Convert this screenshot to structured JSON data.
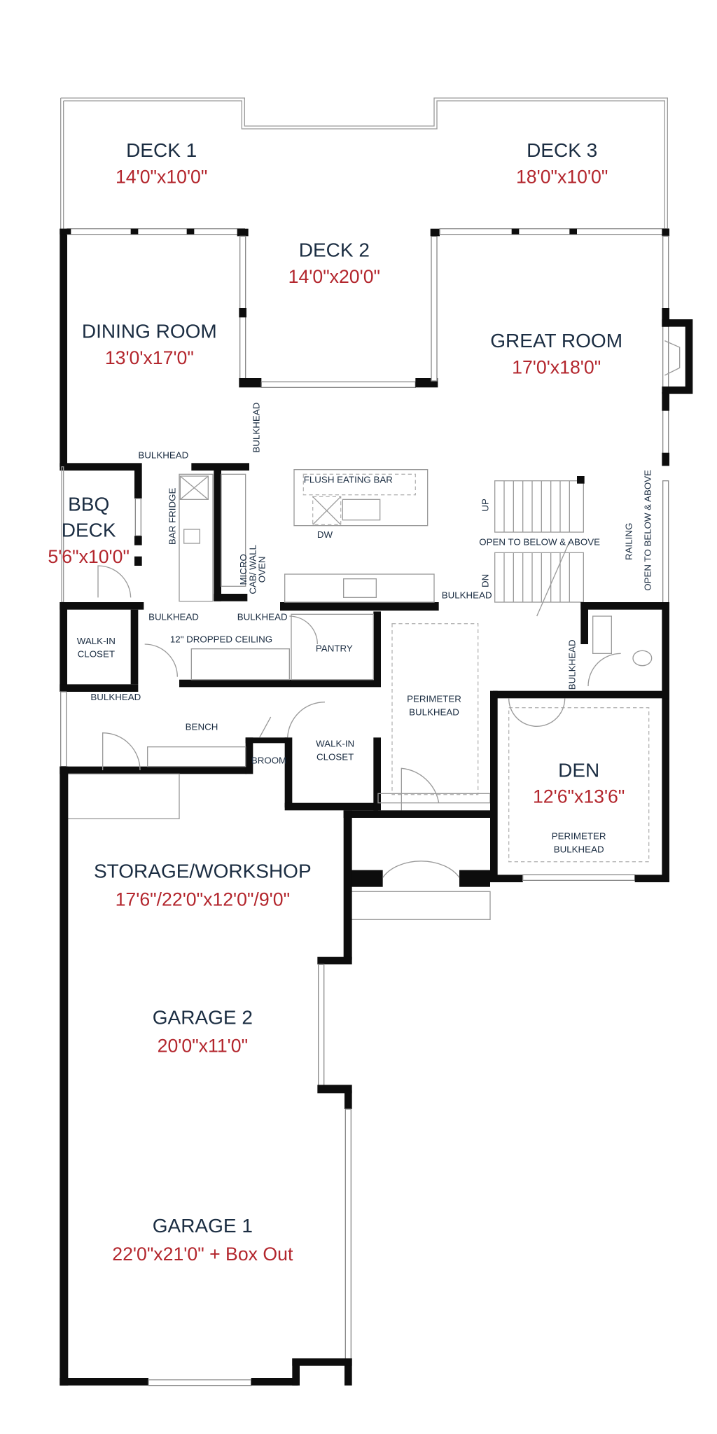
{
  "colors": {
    "room_name": "#1b2d42",
    "dimension": "#b3262d",
    "wall": "#0d0d0d"
  },
  "rooms": {
    "deck1": {
      "name": "DECK 1",
      "dim": "14'0\"x10'0\""
    },
    "deck3": {
      "name": "DECK 3",
      "dim": "18'0\"x10'0\""
    },
    "deck2": {
      "name": "DECK 2",
      "dim": "14'0\"x20'0\""
    },
    "dining": {
      "name": "DINING ROOM",
      "dim": "13'0'x17'0\""
    },
    "great": {
      "name": "GREAT ROOM",
      "dim": "17'0'x18'0\""
    },
    "bbq": {
      "name1": "BBQ",
      "name2": "DECK",
      "dim": "5'6\"x10'0\""
    },
    "den": {
      "name": "DEN",
      "dim": "12'6\"x13'6\""
    },
    "storage": {
      "name": "STORAGE/WORKSHOP",
      "dim": "17'6\"/22'0\"x12'0\"/9'0\""
    },
    "garage2": {
      "name": "GARAGE 2",
      "dim": "20'0\"x11'0\""
    },
    "garage1": {
      "name": "GARAGE 1",
      "dim": "22'0\"x21'0\" + Box Out"
    }
  },
  "notes": {
    "bulkhead": "BULKHEAD",
    "flush_bar": "FLUSH EATING BAR",
    "dw": "DW",
    "bar_fridge": "BAR FRIDGE",
    "micro1": "MICRO",
    "micro2": "CAB/ WALL",
    "micro3": "OVEN",
    "up": "UP",
    "dn": "DN",
    "open_below": "OPEN TO BELOW & ABOVE",
    "railing": "RAILING",
    "dropped_ceiling": "12\" DROPPED CEILING",
    "pantry": "PANTRY",
    "walkin1": "WALK-IN",
    "walkin2": "CLOSET",
    "bench": "BENCH",
    "broom": "BROOM",
    "perimeter": "PERIMETER"
  }
}
